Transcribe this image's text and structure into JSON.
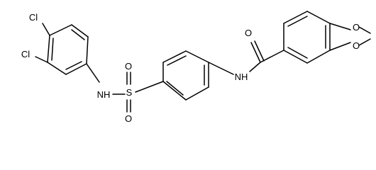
{
  "molecule": {
    "atoms": {
      "cl_para": "Cl",
      "cl_meta": "Cl",
      "sulfonamide_nh": "NH",
      "sulfur": "S",
      "sulfonyl_o_upper": "O",
      "sulfonyl_o_lower": "O",
      "amide_nh": "NH",
      "carbonyl_o": "O",
      "dioxole_o_upper": "O",
      "dioxole_o_lower": "O"
    }
  },
  "colors": {
    "bond": "#000000",
    "label": "#000000",
    "background": "#ffffff"
  }
}
